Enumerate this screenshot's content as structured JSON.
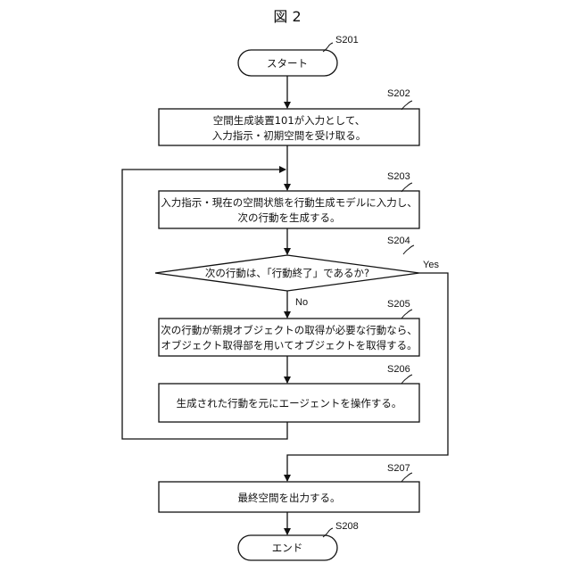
{
  "figure_title": "図 2",
  "steps": {
    "s201": {
      "id": "S201",
      "text": "スタート"
    },
    "s202": {
      "id": "S202",
      "line1": "空間生成装置101が入力として、",
      "line2": "入力指示・初期空間を受け取る。"
    },
    "s203": {
      "id": "S203",
      "line1": "入力指示・現在の空間状態を行動生成モデルに入力し、",
      "line2": "次の行動を生成する。"
    },
    "s204": {
      "id": "S204",
      "text": "次の行動は、「行動終了」であるか?",
      "yes": "Yes",
      "no": "No"
    },
    "s205": {
      "id": "S205",
      "line1": "次の行動が新規オブジェクトの取得が必要な行動なら、",
      "line2": "オブジェクト取得部を用いてオブジェクトを取得する。"
    },
    "s206": {
      "id": "S206",
      "text": "生成された行動を元にエージェントを操作する。"
    },
    "s207": {
      "id": "S207",
      "text": "最終空間を出力する。"
    },
    "s208": {
      "id": "S208",
      "text": "エンド"
    }
  }
}
